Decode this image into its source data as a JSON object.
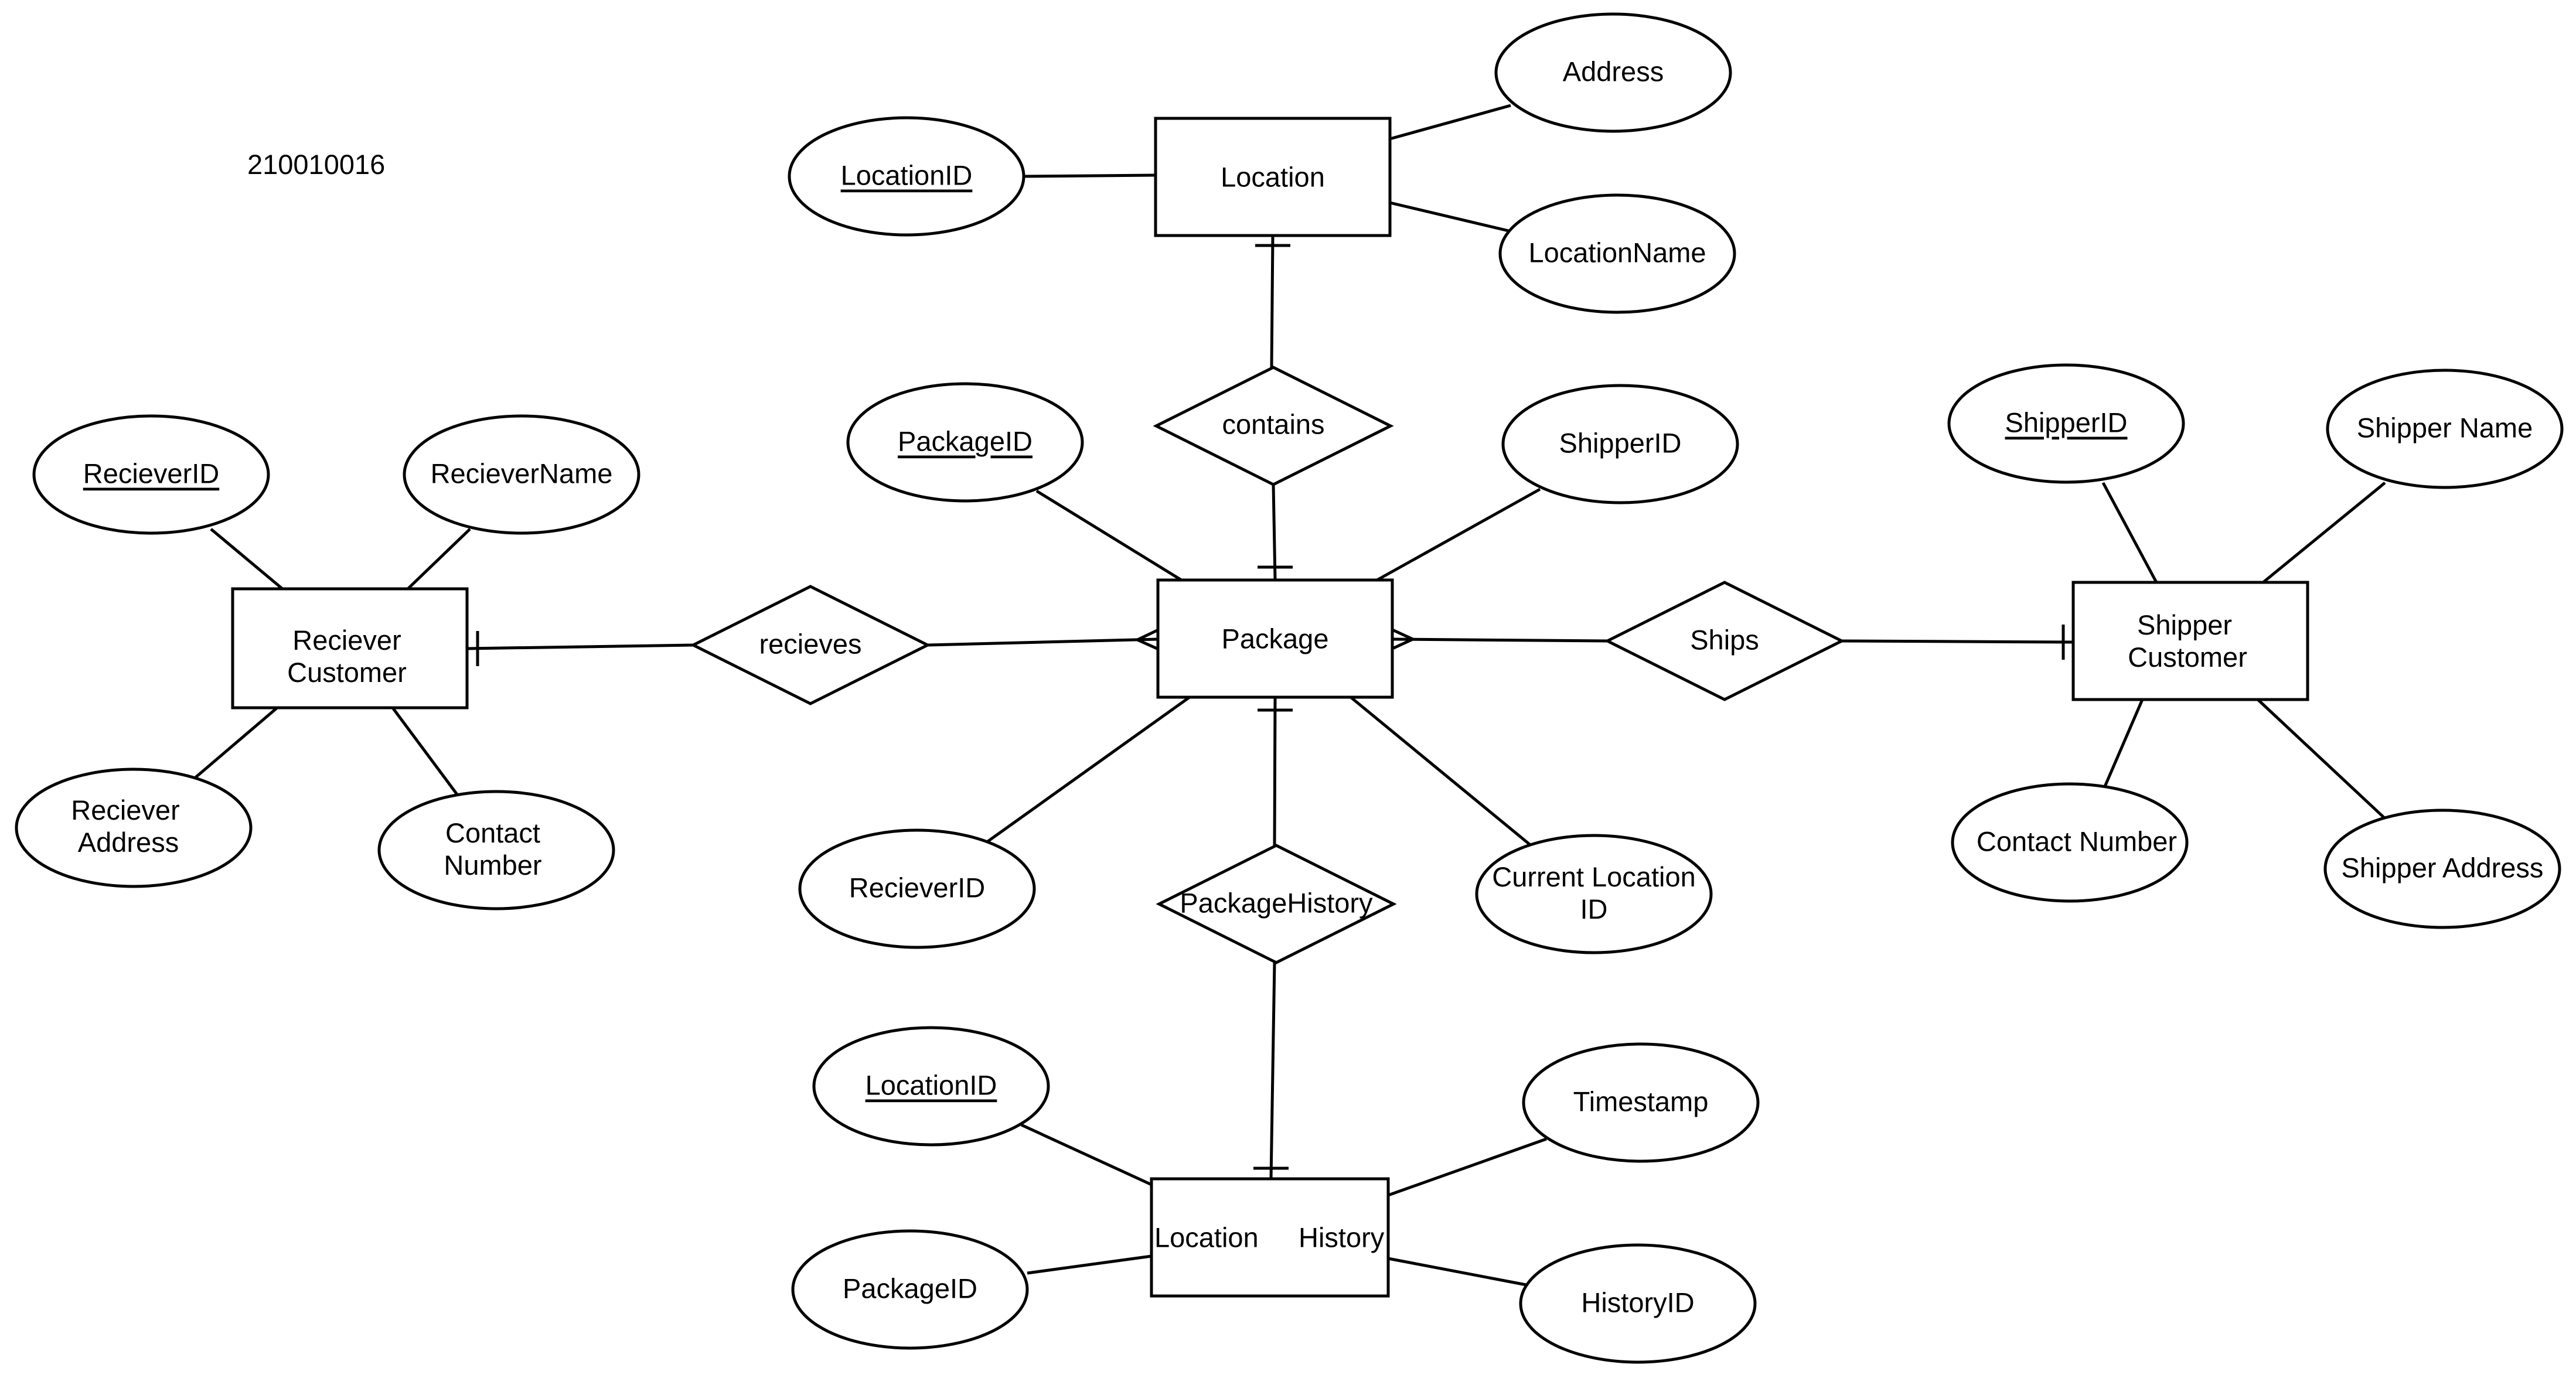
{
  "diagram_id": "210010016",
  "entities": {
    "location": "Location",
    "package": "Package",
    "receiver_customer": [
      "Reciever",
      "Customer"
    ],
    "shipper_customer": [
      "Shipper",
      "Customer"
    ],
    "location_history": [
      "Location",
      "History"
    ]
  },
  "relationships": {
    "contains": "contains",
    "recieves": "recieves",
    "ships": "Ships",
    "package_history": "PackageHistory"
  },
  "attributes": {
    "location": {
      "location_id": "LocationID",
      "address": "Address",
      "location_name": "LocationName"
    },
    "package": {
      "package_id": "PackageID",
      "shipper_id": "ShipperID",
      "reciever_id": "RecieverID",
      "current_location_id": [
        "Current Location",
        "ID"
      ]
    },
    "receiver_customer": {
      "reciever_id": "RecieverID",
      "reciever_name": "RecieverName",
      "reciever_address": [
        "Reciever",
        "Address"
      ],
      "contact_number": [
        "Contact",
        "Number"
      ]
    },
    "shipper_customer": {
      "shipper_id": "ShipperID",
      "shipper_name": "Shipper Name",
      "contact_number": "Contact Number",
      "shipper_address": "Shipper Address"
    },
    "location_history": {
      "location_id": "LocationID",
      "timestamp": "Timestamp",
      "package_id": "PackageID",
      "history_id": "HistoryID"
    }
  }
}
